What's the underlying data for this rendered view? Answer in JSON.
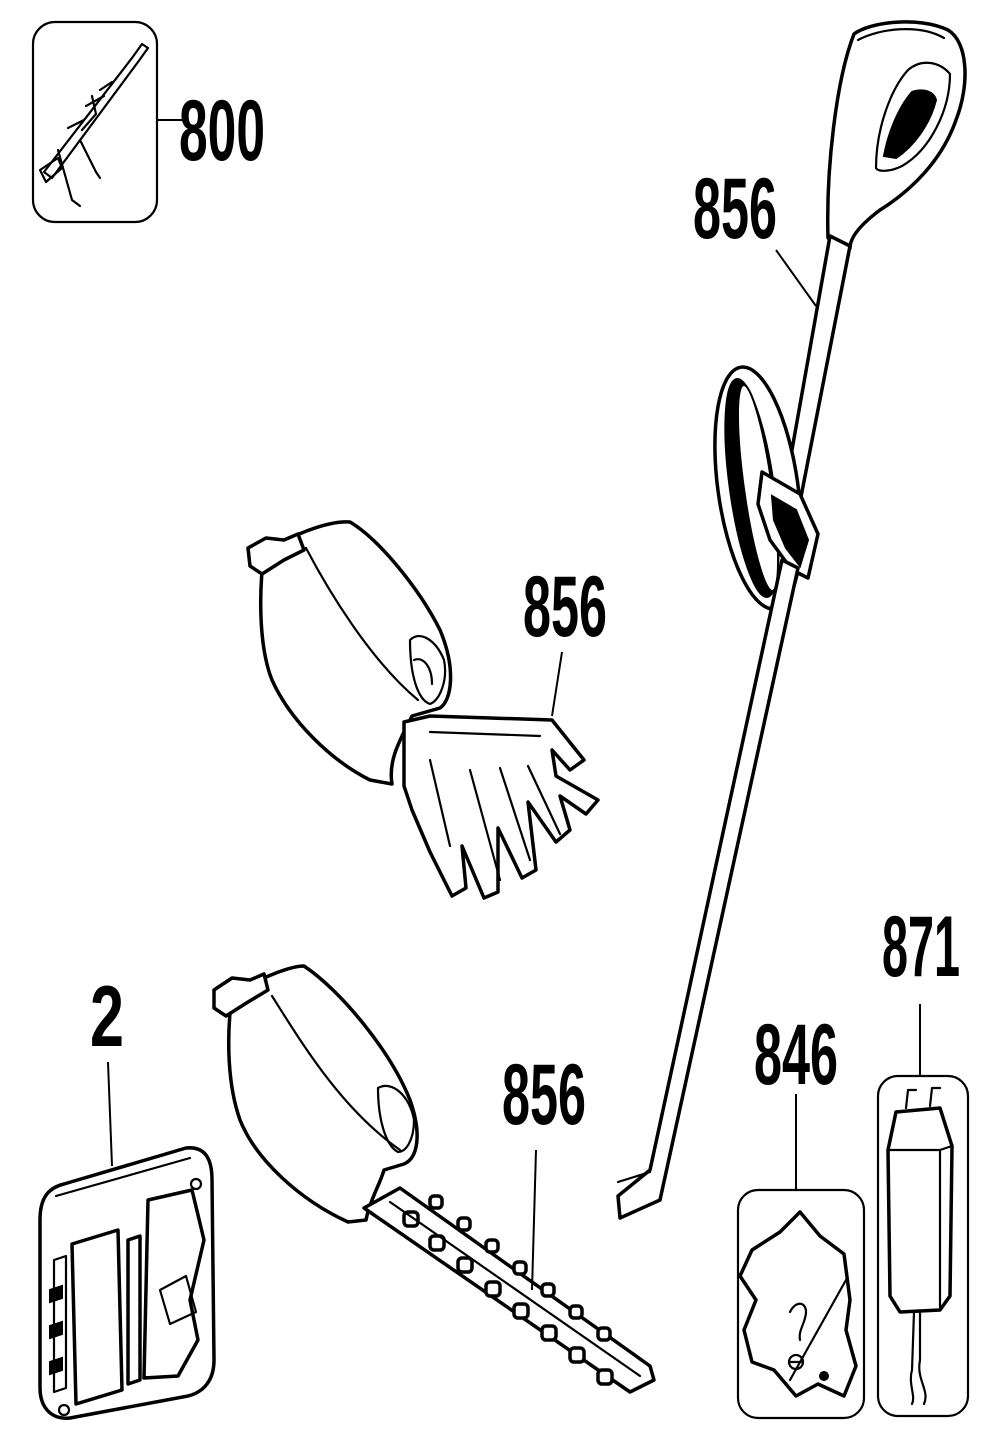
{
  "parts": [
    {
      "id": "accessory-kit",
      "number": "800"
    },
    {
      "id": "pole-handle",
      "number": "856"
    },
    {
      "id": "shrubber-blade-attachment",
      "number": "856"
    },
    {
      "id": "battery-pack",
      "number": "2"
    },
    {
      "id": "hedge-blade-attachment",
      "number": "856"
    },
    {
      "id": "instruction-manual",
      "number": "846"
    },
    {
      "id": "charger",
      "number": "871"
    }
  ]
}
